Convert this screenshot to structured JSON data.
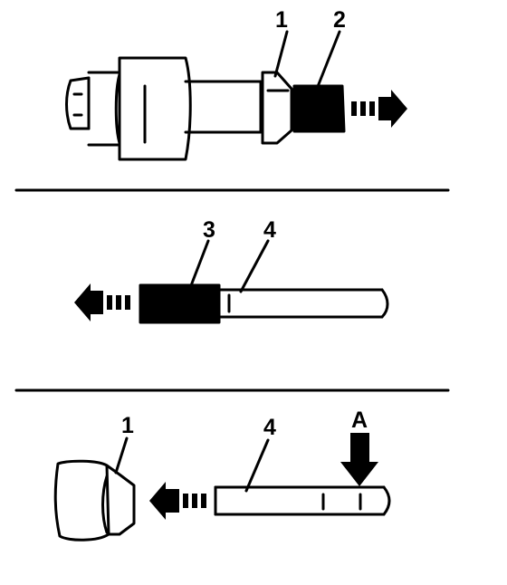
{
  "callouts": {
    "c1_top": "1",
    "c2_top": "2",
    "c3_mid": "3",
    "c4_mid": "4",
    "c1_bottom": "1",
    "c4_bottom": "4",
    "view_a": "A"
  },
  "colors": {
    "ink": "#000000",
    "paper": "#ffffff"
  }
}
